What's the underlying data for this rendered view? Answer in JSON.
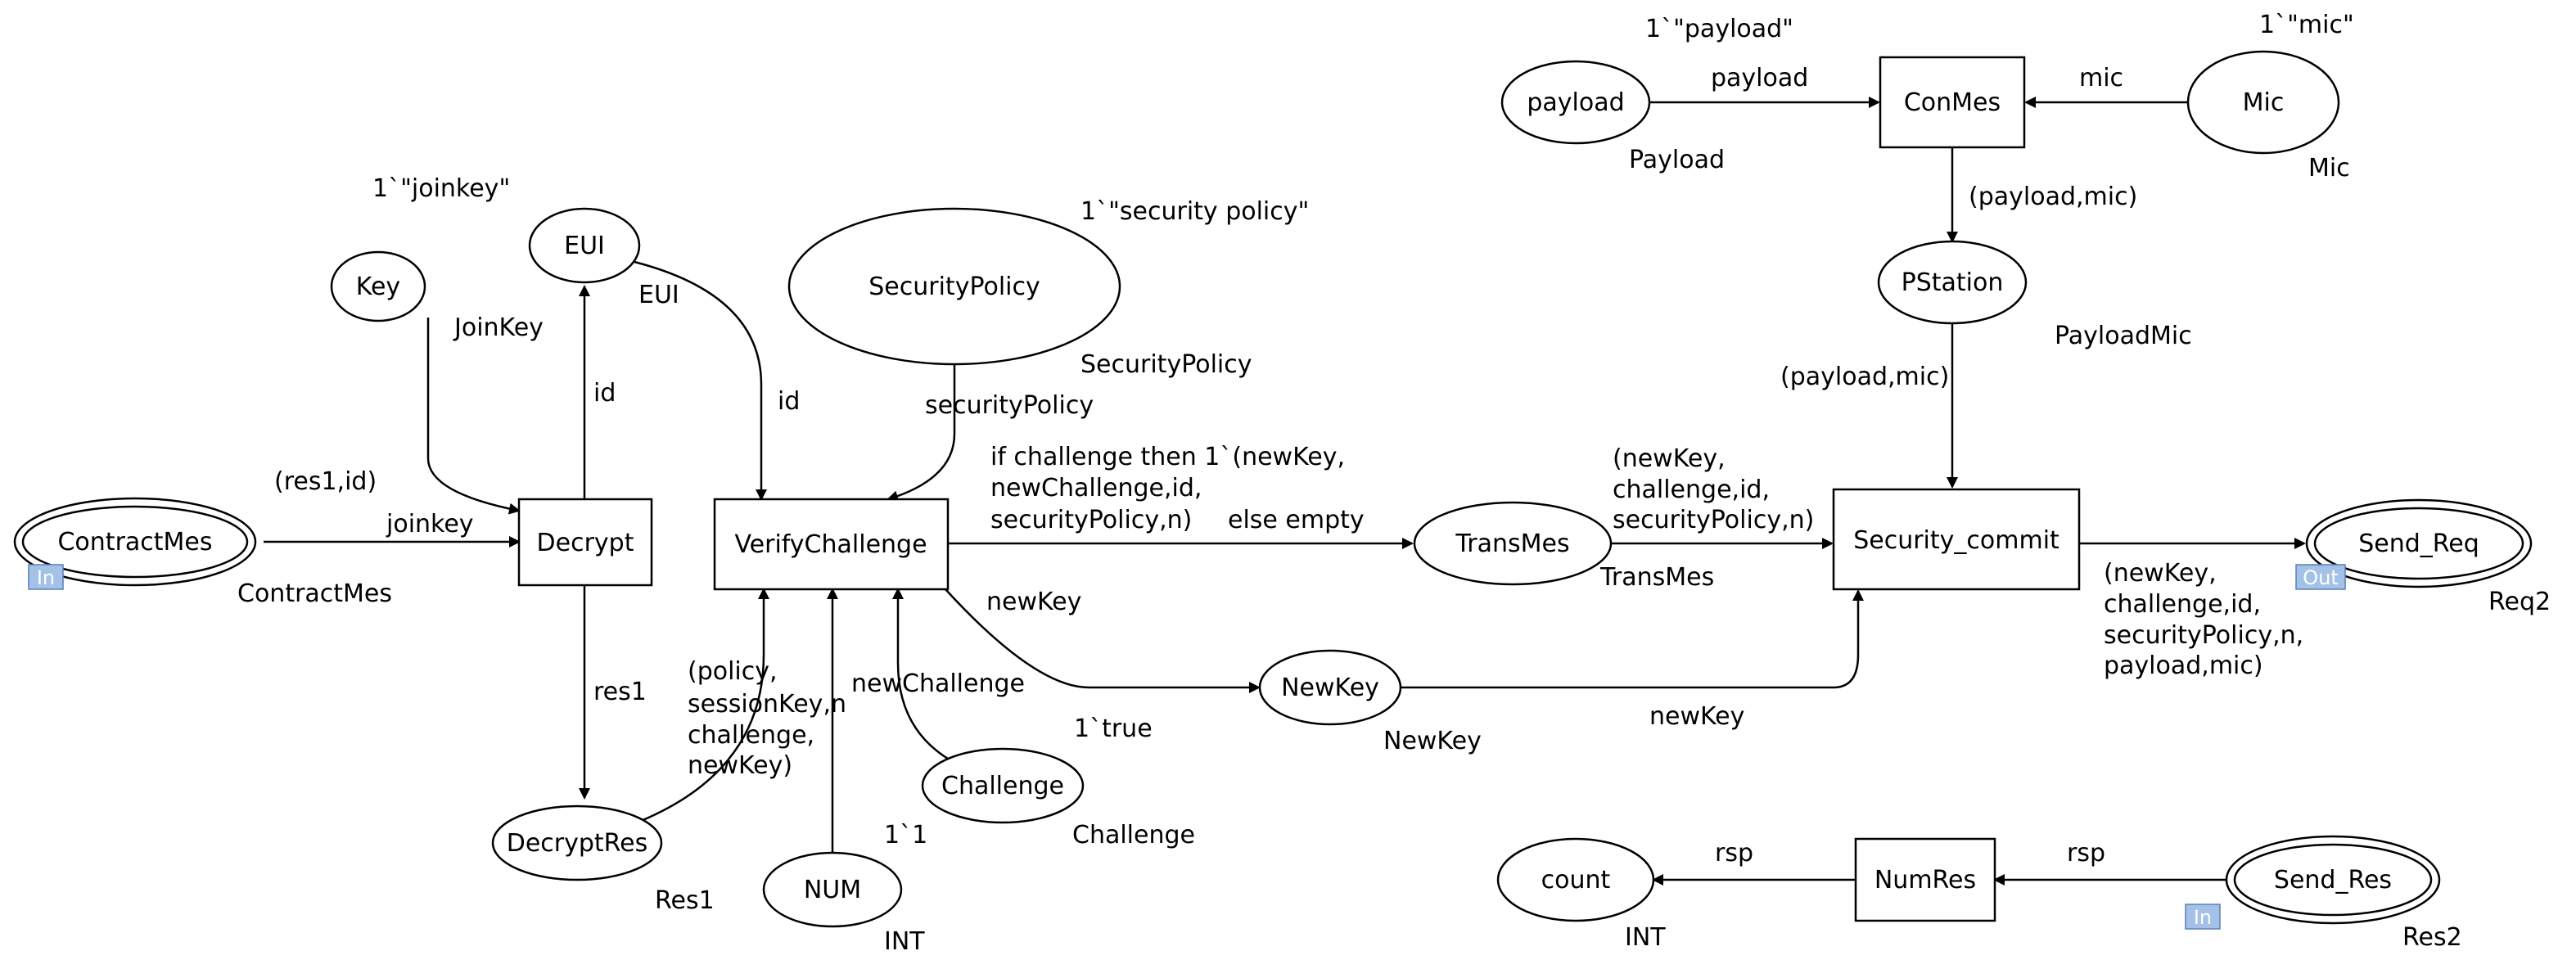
{
  "places": {
    "contractmes": {
      "name": "ContractMes",
      "type": "ContractMes",
      "port": "In"
    },
    "key": {
      "name": "Key",
      "type": "JoinKey"
    },
    "eui": {
      "name": "EUI",
      "type": "EUI",
      "marking": "1`\"joinkey\""
    },
    "securitypolicy": {
      "name": "SecurityPolicy",
      "type": "SecurityPolicy",
      "marking": "1`\"security policy\""
    },
    "decryptres": {
      "name": "DecryptRes",
      "type": "Res1"
    },
    "num": {
      "name": "NUM",
      "type": "INT",
      "marking": "1`1"
    },
    "challenge": {
      "name": "Challenge",
      "type": "Challenge",
      "marking": "1`true"
    },
    "newkey": {
      "name": "NewKey",
      "type": "NewKey"
    },
    "transmes": {
      "name": "TransMes",
      "type": "TransMes"
    },
    "payload": {
      "name": "payload",
      "type": "Payload",
      "marking": "1`\"payload\""
    },
    "mic": {
      "name": "Mic",
      "type": "Mic",
      "marking": "1`\"mic\""
    },
    "pstation": {
      "name": "PStation",
      "type": "PayloadMic"
    },
    "send_req": {
      "name": "Send_Req",
      "type": "Req2",
      "port": "Out"
    },
    "count": {
      "name": "count",
      "type": "INT"
    },
    "send_res": {
      "name": "Send_Res",
      "type": "Res2",
      "port": "In"
    }
  },
  "transitions": {
    "decrypt": "Decrypt",
    "verifychallenge": "VerifyChallenge",
    "conmes": "ConMes",
    "security_commit": "Security_commit",
    "numres": "NumRes"
  },
  "arcs": {
    "contract_decrypt": [
      "(res1,id)",
      "joinkey"
    ],
    "decrypt_eui": [
      "id"
    ],
    "eui_verify": [
      "id"
    ],
    "policy_verify": [
      "securityPolicy"
    ],
    "decrypt_res": [
      "res1"
    ],
    "decryptres_verify": [
      "(policy,",
      "sessionKey,n",
      "challenge,",
      "newKey)"
    ],
    "challenge_verify": [
      "newChallenge"
    ],
    "verify_newkey": [
      "newKey"
    ],
    "verify_transmes": [
      "if challenge then 1`(newKey,",
      "newChallenge,id,",
      "securityPolicy,n)",
      "else empty"
    ],
    "transmes_commit": [
      "(newKey,",
      "challenge,id,",
      "securityPolicy,n)"
    ],
    "newkey_commit": [
      "newKey"
    ],
    "payload_conmes": [
      "payload"
    ],
    "mic_conmes": [
      "mic"
    ],
    "conmes_pstation": [
      "(payload,mic)"
    ],
    "pstation_commit": [
      "(payload,mic)"
    ],
    "commit_sendreq": [
      "(newKey,",
      "challenge,id,",
      "securityPolicy,n,",
      "payload,mic)"
    ],
    "sendres_numres": [
      "rsp"
    ],
    "numres_count": [
      "rsp"
    ]
  }
}
